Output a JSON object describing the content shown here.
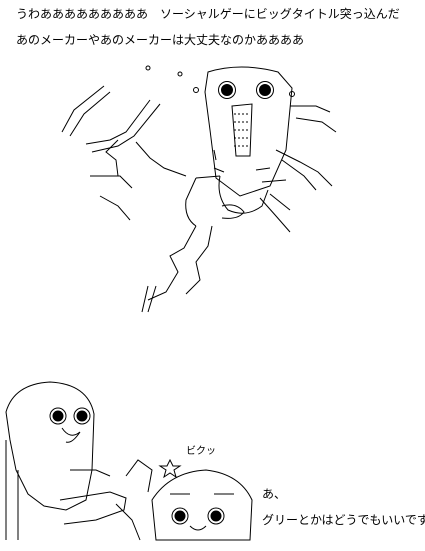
{
  "narration": {
    "line1": "うわあああああああああ　ソーシャルゲーにビッグタイトル突っ込んだ",
    "line2": "あのメーカーやあのメーカーは大丈夫なのかああああ"
  },
  "sound_effect": "ビクッ",
  "reply": {
    "line1": "あ、",
    "line2": "グリーとかはどうでもいいです"
  },
  "colors": {
    "ink": "#000000",
    "paper": "#ffffff"
  }
}
